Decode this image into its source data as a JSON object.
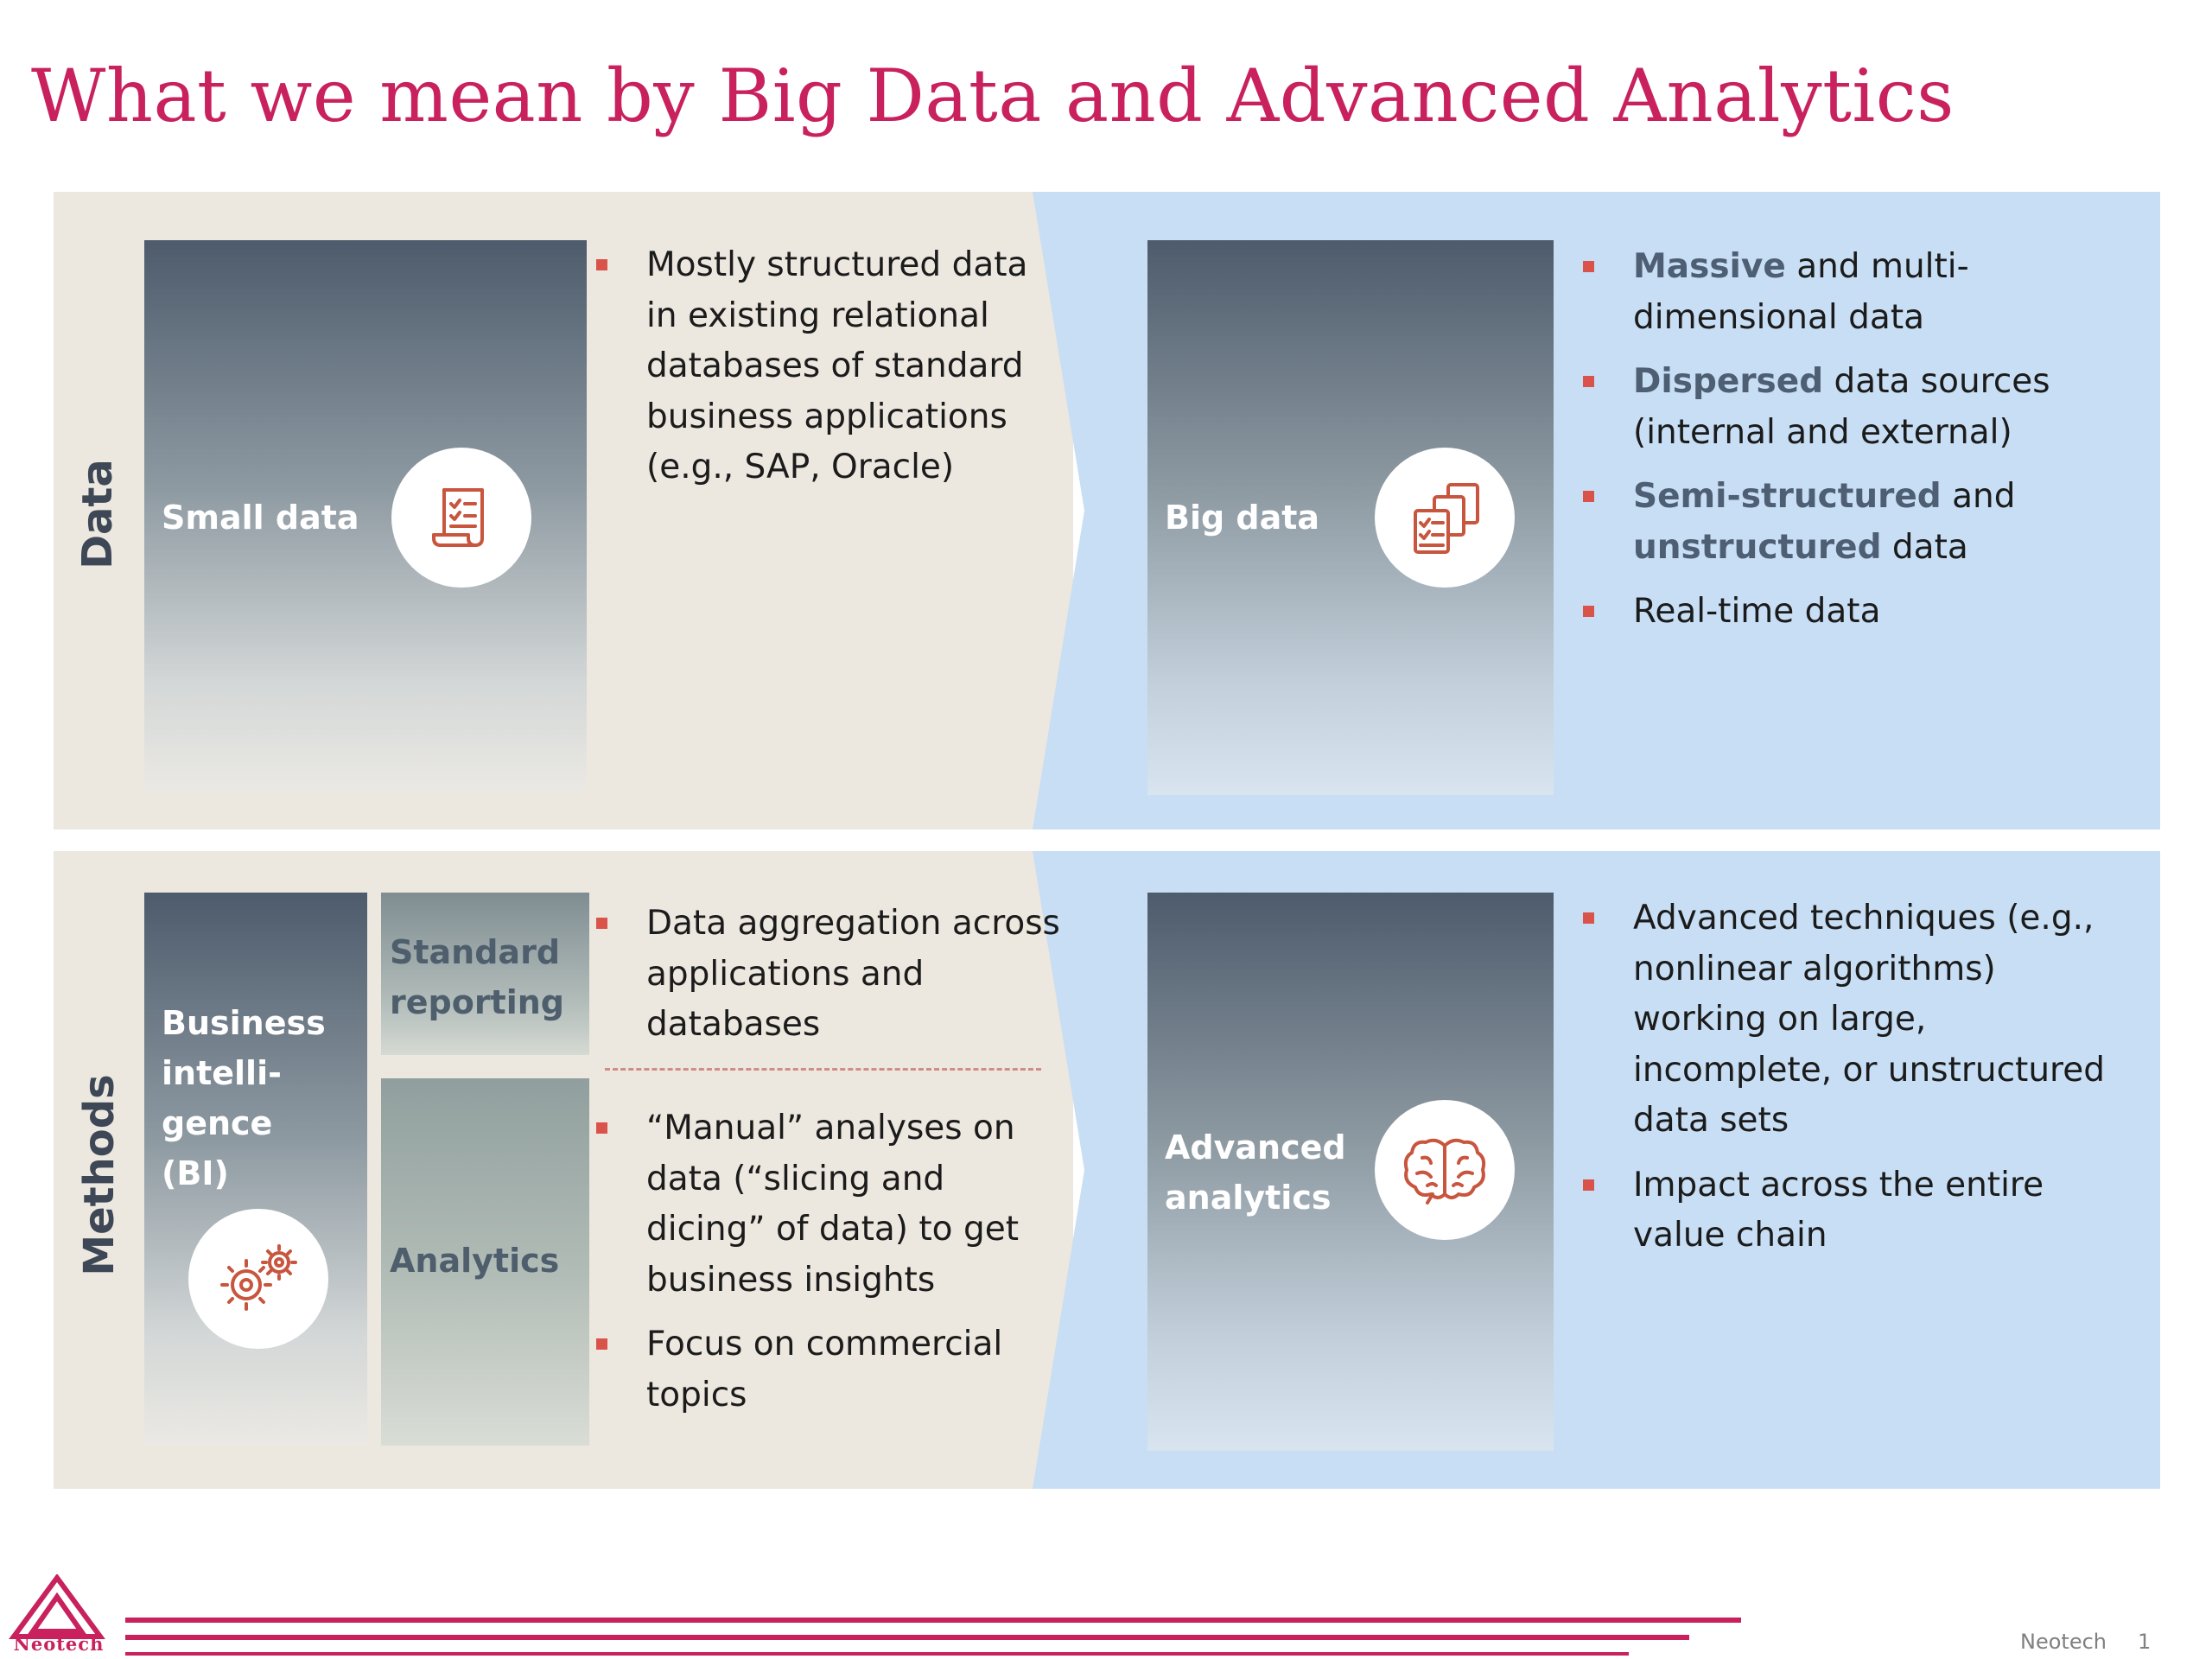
{
  "title": "What we mean by Big Data and Advanced Analytics",
  "data_row": {
    "side_label": "Data",
    "left": {
      "box_label": "Small data",
      "icon": "document-checklist-icon",
      "bullets": [
        "Mostly structured data in existing relational databases of standard business applications (e.g., SAP, Oracle)"
      ]
    },
    "right": {
      "box_label": "Big data",
      "icon": "stacked-documents-icon",
      "bullets": [
        {
          "highlight": "Massive",
          "rest": " and multi-dimensional data"
        },
        {
          "highlight": "Dispersed",
          "rest": " data sources (internal and external)"
        },
        {
          "highlight": "Semi-structured",
          "mid": " and ",
          "highlight2": "unstructured",
          "rest": " data"
        },
        {
          "text": "Real-time data"
        }
      ]
    }
  },
  "methods_row": {
    "side_label": "Methods",
    "left": {
      "box_label_lines": [
        "Business",
        "intelli-",
        "gence",
        "(BI)"
      ],
      "icon": "gears-icon",
      "tiles": [
        "Standard reporting",
        "Analytics"
      ],
      "tile_lines": {
        "standard": [
          "Standard",
          "reporting"
        ],
        "analytics": [
          "Analytics"
        ]
      },
      "bullets_top": [
        "Data aggregation across applications and databases"
      ],
      "bullets_bottom": [
        "“Manual” analyses on data (“slicing and dicing” of data) to get business insights",
        "Focus on commercial topics"
      ]
    },
    "right": {
      "box_label_lines": [
        "Advanced",
        "analytics"
      ],
      "icon": "brain-icon",
      "bullets": [
        "Advanced techniques (e.g., nonlinear algorithms) working on large, incomplete, or unstructured data sets",
        "Impact across the entire value chain"
      ]
    }
  },
  "footer": {
    "logo_text": "Neotech",
    "company": "Neotech",
    "page_number": "1"
  },
  "colors": {
    "accent": "#c8215e",
    "bullet": "#d9534a",
    "left_panel": "#ece7df",
    "right_panel": "#c7def4",
    "icon": "#c8553d"
  }
}
